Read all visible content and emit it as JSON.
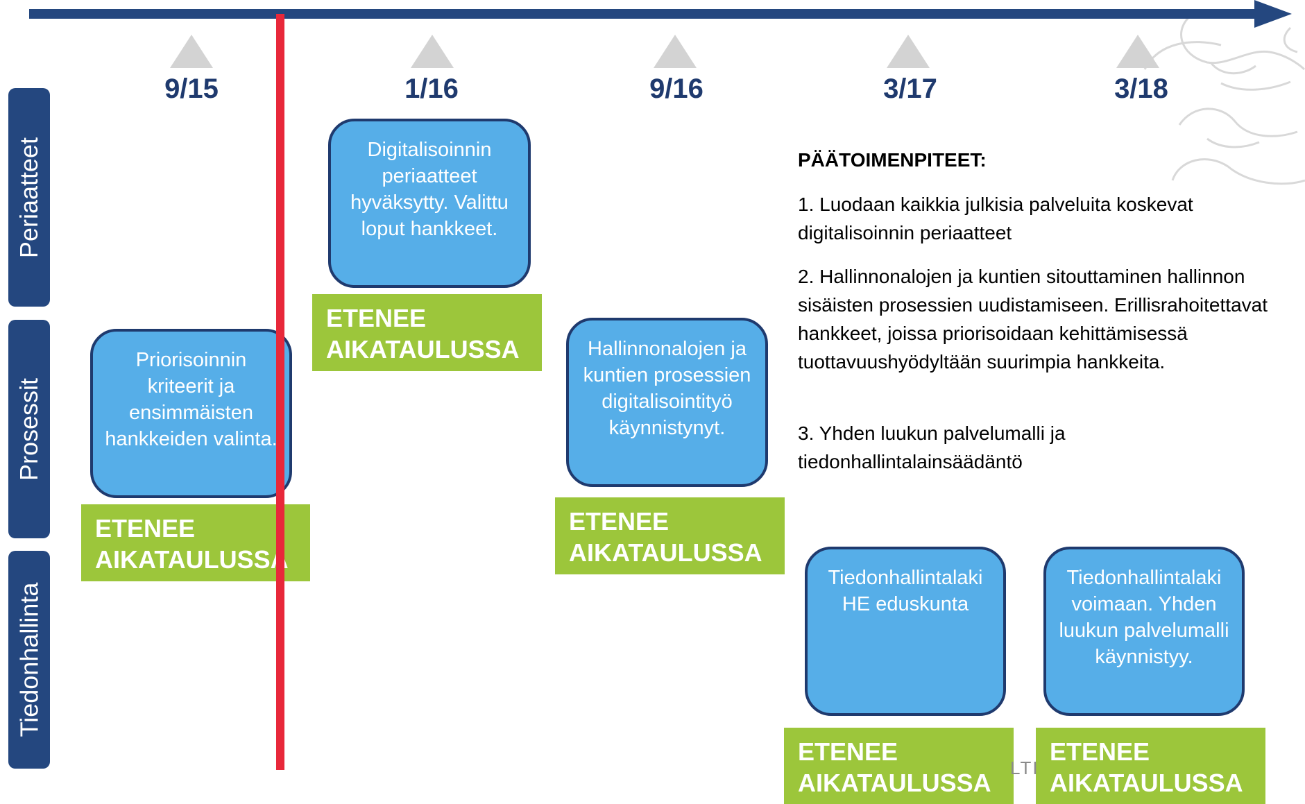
{
  "dates": [
    "9/15",
    "1/16",
    "9/16",
    "3/17",
    "3/18"
  ],
  "lanes": [
    "Periaatteet",
    "Prosessit",
    "Tiedonhallinta"
  ],
  "milestones": [
    "Priorisoinnin kriteerit ja ensimmäisten hankkeiden valinta.",
    "Digitalisoinnin periaatteet hyväksytty. Valittu loput hankkeet.",
    "Hallinnonalojen ja kuntien prosessien digitalisointityö käynnistynyt.",
    "Tiedonhallintalaki HE eduskunta",
    "Tiedonhallintalaki voimaan. Yhden luukun palvelumalli käynnistyy."
  ],
  "status": {
    "line1": "ETENEE",
    "line2": "AIKATAULUSSA"
  },
  "decisions": {
    "title": "PÄÄTOIMENPITEET:",
    "items": [
      "1.  Luodaan kaikkia julkisia palveluita koskevat digitalisoinnin periaatteet",
      "2. Hallinnonalojen ja kuntien sitouttaminen hallinnon sisäisten prosessien uudistamiseen. Erillisrahoitettavat hankkeet, joissa priorisoidaan kehittämisessä tuottavuushyödyltään suurimpia hankkeita.",
      "3. Yhden luukun palvelumalli ja tiedonhallintalainsäädäntö"
    ]
  },
  "footer_fragment": "LTI",
  "colors": {
    "timeline": "#24477f",
    "today_marker": "#e8283a",
    "milestone_fill": "#56aee8",
    "milestone_border": "#1f3a6e",
    "status": "#9cc63b",
    "lane": "#24477f",
    "triangle": "#d3d3d3"
  }
}
